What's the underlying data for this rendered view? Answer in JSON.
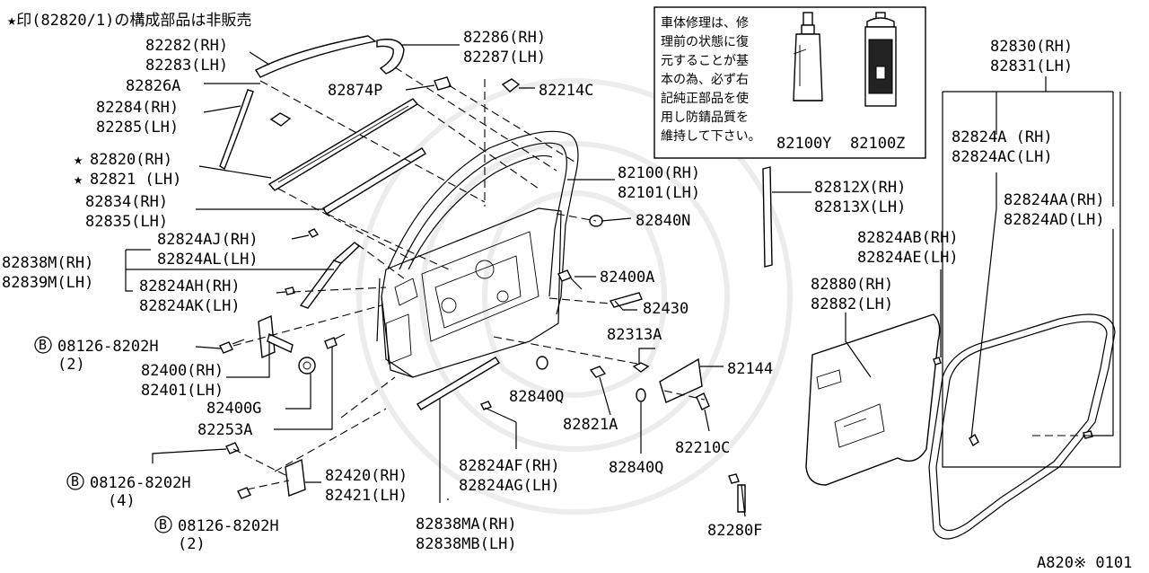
{
  "header_note": "★印(82820/1)の構成部品は非販売",
  "notice_box": {
    "lines": [
      "車体修理は、修",
      "理前の状態に復",
      "元することが基",
      "本の為、必ず右",
      "記純正部品を使",
      "用し防錆品質を",
      "維持して下さい。"
    ],
    "product_labels": [
      "82100Y",
      "82100Z"
    ]
  },
  "labels": {
    "p82282": "82282(RH)",
    "p82283": "82283(LH)",
    "p82826A": "82826A",
    "p82284": "82284(RH)",
    "p82285": "82285(LH)",
    "p82820": "82820(RH)",
    "p82821": "82821 (LH)",
    "p82834": "82834(RH)",
    "p82835": "82835(LH)",
    "p82824AJ": "82824AJ(RH)",
    "p82824AL": "82824AL(LH)",
    "p82838M": "82838M(RH)",
    "p82839M": "82839M(LH)",
    "p82824AH": "82824AH(RH)",
    "p82824AK": "82824AK(LH)",
    "b1_code": "08126-8202H",
    "b1_qty": "(2)",
    "p82400": "82400(RH)",
    "p82401": "82401(LH)",
    "p82400G": "82400G",
    "p82253A": "82253A",
    "b2_code": "08126-8202H",
    "b2_qty": "(4)",
    "p82420": "82420(RH)",
    "p82421": "82421(LH)",
    "b3_code": "08126-8202H",
    "b3_qty": "(2)",
    "p82838MA": "82838MA(RH)",
    "p82838MB": "82838MB(LH)",
    "p82286": "82286(RH)",
    "p82287": "82287(LH)",
    "p82874P": "82874P",
    "p82214C": "82214C",
    "p82100": "82100(RH)",
    "p82101": "82101(LH)",
    "p82840N": "82840N",
    "p82400A": "82400A",
    "p82430": "82430",
    "p82313A": "82313A",
    "p82144": "82144",
    "p82840Q_a": "82840Q",
    "p82821A": "82821A",
    "p82824AF": "82824AF(RH)",
    "p82824AG": "82824AG(LH)",
    "p82210C": "82210C",
    "p82840Q_b": "82840Q",
    "p82280F": "82280F",
    "p82812X": "82812X(RH)",
    "p82813X": "82813X(LH)",
    "p82824AB": "82824AB(RH)",
    "p82824AE": "82824AE(LH)",
    "p82880": "82880(RH)",
    "p82882": "82882(LH)",
    "p82830": "82830(RH)",
    "p82831": "82831(LH)",
    "p82824A": "82824A (RH)",
    "p82824AC": "82824AC(LH)",
    "p82824AA": "82824AA(RH)",
    "p82824AD": "82824AD(LH)"
  },
  "footer_code": "A820※ 0101",
  "bolt_marker": "B",
  "star_marker": "★"
}
